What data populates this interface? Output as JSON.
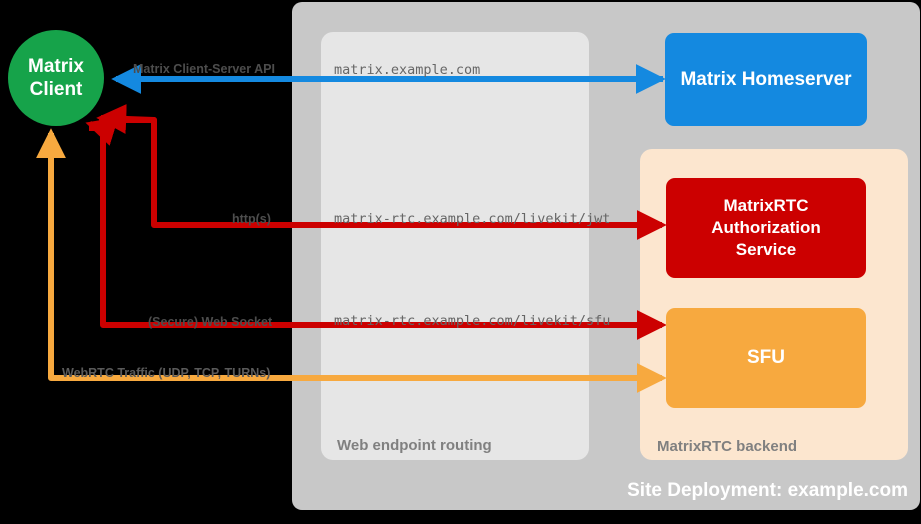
{
  "diagram": {
    "title": "Site Deployment: example.com",
    "containers": {
      "site_deployment": "Site Deployment: example.com",
      "web_endpoint_routing": "Web endpoint routing",
      "matrixrtc_backend": "MatrixRTC backend"
    },
    "nodes": {
      "matrix_client_line1": "Matrix",
      "matrix_client_line2": "Client",
      "matrix_homeserver": "Matrix Homeserver",
      "auth_service_line1": "MatrixRTC",
      "auth_service_line2": "Authorization",
      "auth_service_line3": "Service",
      "sfu": "SFU"
    },
    "edge_labels": {
      "client_server_api": "Matrix Client-Server API",
      "https": "http(s)",
      "web_socket": "(Secure) Web Socket",
      "webrtc_traffic": "WebRTC Traffic (UDP, TCP, TURNs)"
    },
    "endpoints": {
      "matrix": "matrix.example.com",
      "livekit_jwt": "matrix-rtc.example.com/livekit/jwt",
      "livekit_sfu": "matrix-rtc.example.com/livekit/sfu"
    },
    "colors": {
      "background": "#000000",
      "site_deployment_panel": "#c8c8c8",
      "web_endpoint_panel": "#e6e6e6",
      "matrixrtc_backend_panel": "#fce6cf",
      "matrix_client": "#16a34a",
      "matrix_homeserver": "#1489e0",
      "auth_service": "#cc0000",
      "sfu": "#f7a93f",
      "blue_arrow": "#1489e0",
      "red_arrow": "#cc0000",
      "orange_arrow": "#f7a93f"
    }
  }
}
